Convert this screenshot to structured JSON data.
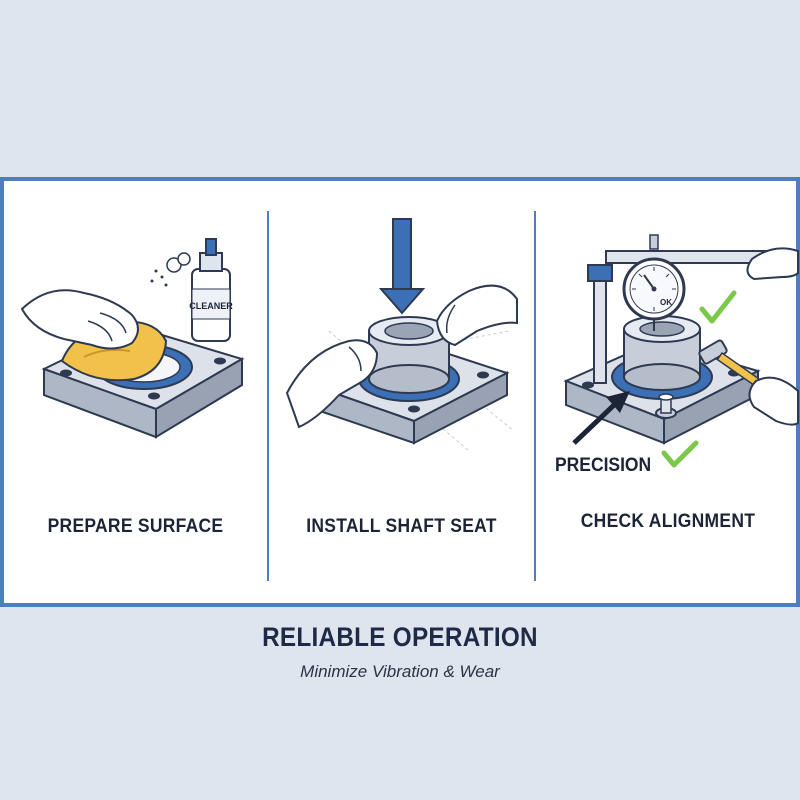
{
  "steps": [
    {
      "label": "PREPARE SURFACE",
      "bottle_label": "CLEANER"
    },
    {
      "label": "INSTALL SHAFT SEAT"
    },
    {
      "label": "CHECK ALIGNMENT",
      "gauge_label": "OK",
      "callout": "PRECISION"
    }
  ],
  "footer": {
    "title": "RELIABLE OPERATION",
    "subtitle": "Minimize Vibration & Wear"
  },
  "colors": {
    "frame": "#4d7fbe",
    "metal": "#c7ced9",
    "accent_blue": "#3b6fb6",
    "cloth_yellow": "#f2c14a",
    "check_green": "#7cc84a",
    "text": "#1c2436"
  }
}
